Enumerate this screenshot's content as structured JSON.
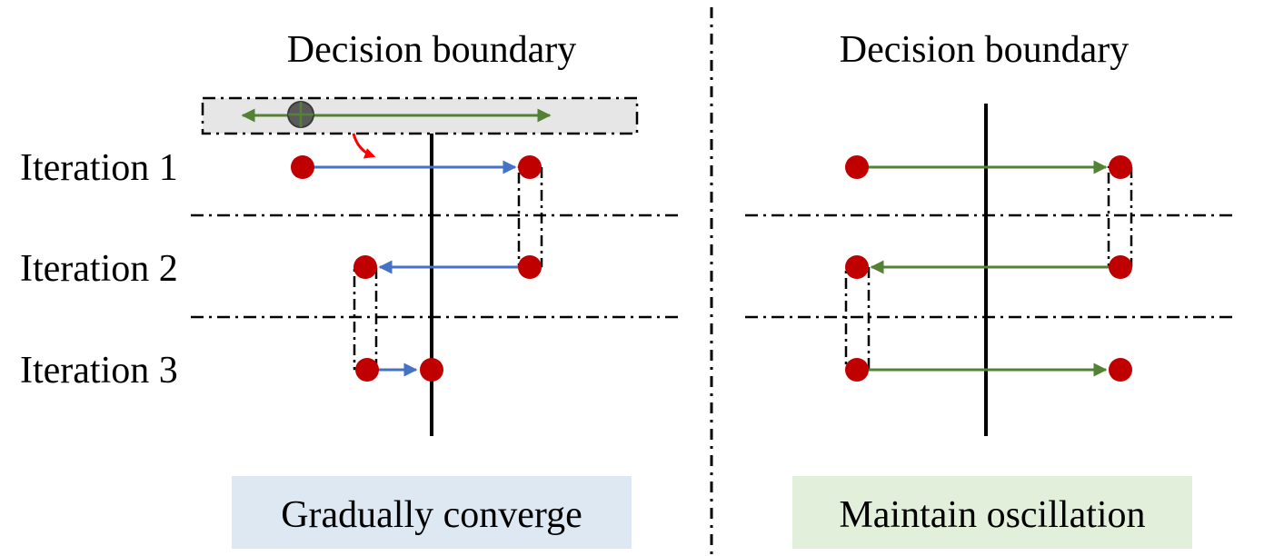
{
  "iteration_labels": [
    "Iteration 1",
    "Iteration 2",
    "Iteration 3"
  ],
  "left_panel": {
    "title": "Decision boundary",
    "caption": "Gradually converge",
    "caption_bg": "#dde8f3"
  },
  "right_panel": {
    "title": "Decision boundary",
    "caption": "Maintain oscillation",
    "caption_bg": "#e2efda"
  },
  "colors": {
    "point": "#c00000",
    "blue_arrow": "#4472c4",
    "green_arrow": "#548235",
    "highlight_box": "#e6e6e6",
    "perturbation_marker": "#595959",
    "curved_arrow": "#ff0000",
    "boundary": "#000000"
  },
  "icons": {
    "perturbation": "circle-plus-icon",
    "curved_arrow": "curved-arrow-icon"
  }
}
